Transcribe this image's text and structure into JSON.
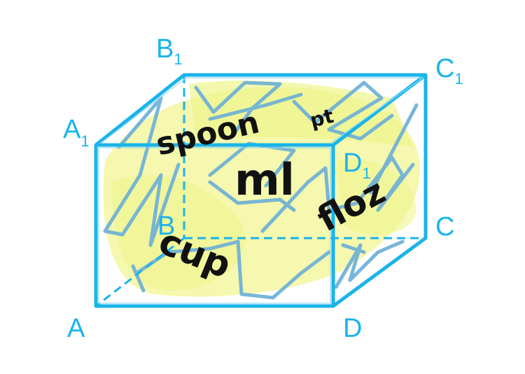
{
  "colors": {
    "edge": "#1ab4ea",
    "hidden_edge": "#1ab4ea",
    "fill_highlight": "#f3f7a0",
    "squiggle": "#6aaed8",
    "text": "#111111"
  },
  "vertices": {
    "A": {
      "letter": "A",
      "sub": ""
    },
    "B": {
      "letter": "B",
      "sub": ""
    },
    "C": {
      "letter": "C",
      "sub": ""
    },
    "D": {
      "letter": "D",
      "sub": ""
    },
    "A1": {
      "letter": "A",
      "sub": "1"
    },
    "B1": {
      "letter": "B",
      "sub": "1"
    },
    "C1": {
      "letter": "C",
      "sub": "1"
    },
    "D1": {
      "letter": "D",
      "sub": "1"
    }
  },
  "units": {
    "spoon": "spoon",
    "pt": "pt",
    "ml": "ml",
    "floz": "floz",
    "cup": "cup"
  }
}
